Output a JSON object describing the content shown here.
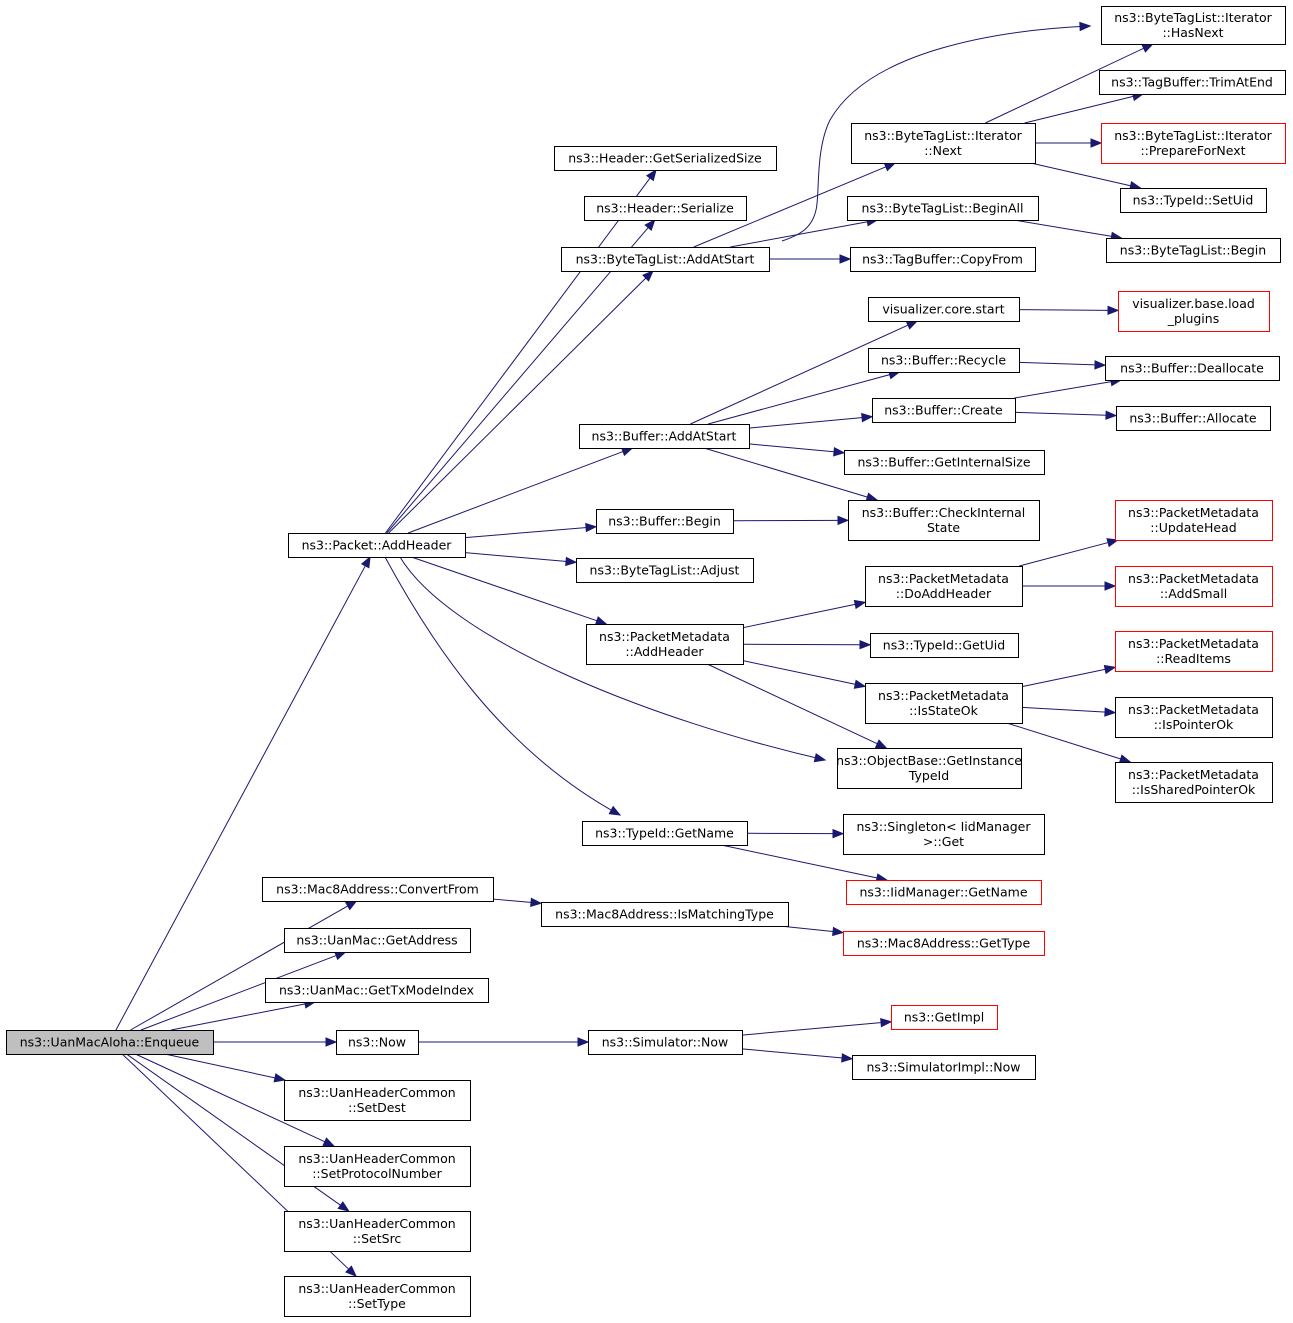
{
  "diagram": {
    "root": "n0",
    "colors": {
      "edge": "#191970",
      "undocumented_border": "#ff0000",
      "root_fill": "#bfbfbf"
    },
    "nodes": [
      {
        "id": "n0",
        "lines": [
          "ns3::UanMacAloha::Enqueue"
        ],
        "root": true
      },
      {
        "id": "n1",
        "lines": [
          "ns3::Packet::AddHeader"
        ]
      },
      {
        "id": "n2",
        "lines": [
          "ns3::Mac8Address::ConvertFrom"
        ]
      },
      {
        "id": "n3",
        "lines": [
          "ns3::UanMac::GetAddress"
        ]
      },
      {
        "id": "n4",
        "lines": [
          "ns3::UanMac::GetTxModeIndex"
        ]
      },
      {
        "id": "n5",
        "lines": [
          "ns3::Now"
        ]
      },
      {
        "id": "n6",
        "lines": [
          "ns3::UanHeaderCommon",
          "::SetDest"
        ]
      },
      {
        "id": "n7",
        "lines": [
          "ns3::UanHeaderCommon",
          "::SetProtocolNumber"
        ]
      },
      {
        "id": "n8",
        "lines": [
          "ns3::UanHeaderCommon",
          "::SetSrc"
        ]
      },
      {
        "id": "n9",
        "lines": [
          "ns3::UanHeaderCommon",
          "::SetType"
        ]
      },
      {
        "id": "n10",
        "lines": [
          "ns3::Header::GetSerializedSize"
        ]
      },
      {
        "id": "n11",
        "lines": [
          "ns3::Header::Serialize"
        ]
      },
      {
        "id": "n12",
        "lines": [
          "ns3::ByteTagList::AddAtStart"
        ]
      },
      {
        "id": "n13",
        "lines": [
          "ns3::Buffer::AddAtStart"
        ]
      },
      {
        "id": "n14",
        "lines": [
          "ns3::Buffer::Begin"
        ]
      },
      {
        "id": "n15",
        "lines": [
          "ns3::ByteTagList::Adjust"
        ]
      },
      {
        "id": "n16",
        "lines": [
          "ns3::PacketMetadata",
          "::AddHeader"
        ]
      },
      {
        "id": "n17",
        "lines": [
          "ns3::ObjectBase::GetInstance",
          "TypeId"
        ]
      },
      {
        "id": "n18",
        "lines": [
          "ns3::TypeId::GetName"
        ]
      },
      {
        "id": "n19",
        "lines": [
          "ns3::ByteTagList::Iterator",
          "::HasNext"
        ]
      },
      {
        "id": "n20",
        "lines": [
          "ns3::ByteTagList::Iterator",
          "::Next"
        ]
      },
      {
        "id": "n21",
        "lines": [
          "ns3::ByteTagList::BeginAll"
        ]
      },
      {
        "id": "n22",
        "lines": [
          "ns3::TagBuffer::CopyFrom"
        ]
      },
      {
        "id": "n23",
        "lines": [
          "ns3::TagBuffer::TrimAtEnd"
        ]
      },
      {
        "id": "n24",
        "lines": [
          "ns3::ByteTagList::Iterator",
          "::PrepareForNext"
        ],
        "undocumented": true
      },
      {
        "id": "n25",
        "lines": [
          "ns3::TypeId::SetUid"
        ]
      },
      {
        "id": "n26",
        "lines": [
          "ns3::ByteTagList::Begin"
        ]
      },
      {
        "id": "n27",
        "lines": [
          "visualizer.core.start"
        ]
      },
      {
        "id": "n28",
        "lines": [
          "visualizer.base.load",
          "_plugins"
        ],
        "undocumented": true
      },
      {
        "id": "n29",
        "lines": [
          "ns3::Buffer::Recycle"
        ]
      },
      {
        "id": "n30",
        "lines": [
          "ns3::Buffer::Deallocate"
        ]
      },
      {
        "id": "n31",
        "lines": [
          "ns3::Buffer::Create"
        ]
      },
      {
        "id": "n32",
        "lines": [
          "ns3::Buffer::Allocate"
        ]
      },
      {
        "id": "n33",
        "lines": [
          "ns3::Buffer::GetInternalSize"
        ]
      },
      {
        "id": "n34",
        "lines": [
          "ns3::Buffer::CheckInternal",
          "State"
        ]
      },
      {
        "id": "n35",
        "lines": [
          "ns3::PacketMetadata",
          "::DoAddHeader"
        ]
      },
      {
        "id": "n36",
        "lines": [
          "ns3::PacketMetadata",
          "::UpdateHead"
        ],
        "undocumented": true
      },
      {
        "id": "n37",
        "lines": [
          "ns3::PacketMetadata",
          "::AddSmall"
        ],
        "undocumented": true
      },
      {
        "id": "n38",
        "lines": [
          "ns3::TypeId::GetUid"
        ]
      },
      {
        "id": "n39",
        "lines": [
          "ns3::PacketMetadata",
          "::IsStateOk"
        ]
      },
      {
        "id": "n40",
        "lines": [
          "ns3::PacketMetadata",
          "::ReadItems"
        ],
        "undocumented": true
      },
      {
        "id": "n41",
        "lines": [
          "ns3::PacketMetadata",
          "::IsPointerOk"
        ]
      },
      {
        "id": "n42",
        "lines": [
          "ns3::PacketMetadata",
          "::IsSharedPointerOk"
        ]
      },
      {
        "id": "n43",
        "lines": [
          "ns3::Singleton< IidManager",
          " >::Get"
        ]
      },
      {
        "id": "n44",
        "lines": [
          "ns3::IidManager::GetName"
        ],
        "undocumented": true
      },
      {
        "id": "n45",
        "lines": [
          "ns3::Mac8Address::IsMatchingType"
        ]
      },
      {
        "id": "n46",
        "lines": [
          "ns3::Mac8Address::GetType"
        ],
        "undocumented": true
      },
      {
        "id": "n47",
        "lines": [
          "ns3::Simulator::Now"
        ]
      },
      {
        "id": "n48",
        "lines": [
          "ns3::GetImpl"
        ],
        "undocumented": true
      },
      {
        "id": "n49",
        "lines": [
          "ns3::SimulatorImpl::Now"
        ]
      }
    ],
    "edges": [
      [
        "n0",
        "n1"
      ],
      [
        "n0",
        "n2"
      ],
      [
        "n0",
        "n3"
      ],
      [
        "n0",
        "n4"
      ],
      [
        "n0",
        "n5"
      ],
      [
        "n0",
        "n6"
      ],
      [
        "n0",
        "n7"
      ],
      [
        "n0",
        "n8"
      ],
      [
        "n0",
        "n9"
      ],
      [
        "n1",
        "n10"
      ],
      [
        "n1",
        "n11"
      ],
      [
        "n1",
        "n12"
      ],
      [
        "n1",
        "n13"
      ],
      [
        "n1",
        "n14"
      ],
      [
        "n1",
        "n15"
      ],
      [
        "n1",
        "n16"
      ],
      [
        "n1",
        "n17"
      ],
      [
        "n1",
        "n18"
      ],
      [
        "n12",
        "n19"
      ],
      [
        "n12",
        "n20"
      ],
      [
        "n12",
        "n21"
      ],
      [
        "n12",
        "n22"
      ],
      [
        "n20",
        "n19"
      ],
      [
        "n20",
        "n23"
      ],
      [
        "n20",
        "n24"
      ],
      [
        "n20",
        "n25"
      ],
      [
        "n21",
        "n26"
      ],
      [
        "n13",
        "n27"
      ],
      [
        "n13",
        "n29"
      ],
      [
        "n13",
        "n31"
      ],
      [
        "n13",
        "n33"
      ],
      [
        "n13",
        "n34"
      ],
      [
        "n27",
        "n28"
      ],
      [
        "n29",
        "n30"
      ],
      [
        "n31",
        "n30"
      ],
      [
        "n31",
        "n32"
      ],
      [
        "n14",
        "n34"
      ],
      [
        "n16",
        "n35"
      ],
      [
        "n16",
        "n38"
      ],
      [
        "n16",
        "n39"
      ],
      [
        "n16",
        "n17"
      ],
      [
        "n35",
        "n36"
      ],
      [
        "n35",
        "n37"
      ],
      [
        "n39",
        "n40"
      ],
      [
        "n39",
        "n41"
      ],
      [
        "n39",
        "n42"
      ],
      [
        "n18",
        "n43"
      ],
      [
        "n18",
        "n44"
      ],
      [
        "n2",
        "n45"
      ],
      [
        "n45",
        "n46"
      ],
      [
        "n5",
        "n47"
      ],
      [
        "n47",
        "n48"
      ],
      [
        "n47",
        "n49"
      ]
    ]
  }
}
